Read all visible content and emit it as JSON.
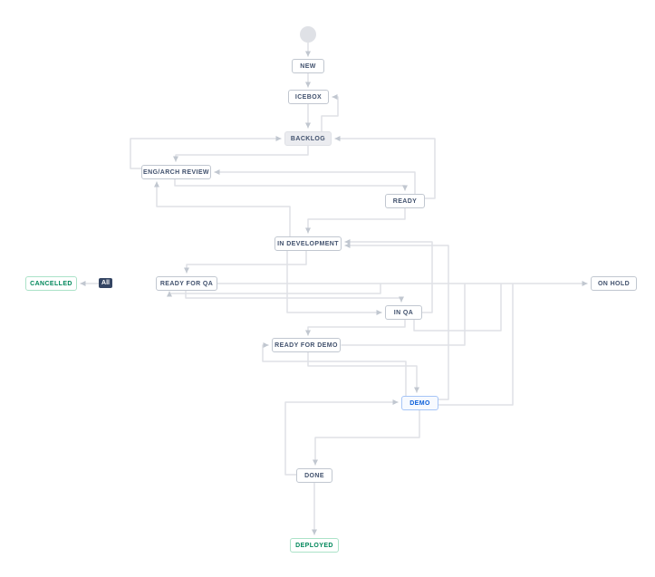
{
  "diagram": {
    "nodes": [
      {
        "id": "new",
        "label": "NEW",
        "type": "default"
      },
      {
        "id": "icebox",
        "label": "ICEBOX",
        "type": "default"
      },
      {
        "id": "backlog",
        "label": "BACKLOG",
        "type": "selected"
      },
      {
        "id": "eng-arch-review",
        "label": "ENG/ARCH REVIEW",
        "type": "default"
      },
      {
        "id": "ready",
        "label": "READY",
        "type": "default"
      },
      {
        "id": "in-development",
        "label": "IN DEVELOPMENT",
        "type": "default"
      },
      {
        "id": "cancelled",
        "label": "CANCELLED",
        "type": "success"
      },
      {
        "id": "ready-for-qa",
        "label": "READY FOR QA",
        "type": "default"
      },
      {
        "id": "on-hold",
        "label": "ON HOLD",
        "type": "default"
      },
      {
        "id": "in-qa",
        "label": "IN QA",
        "type": "default"
      },
      {
        "id": "ready-for-demo",
        "label": "READY FOR DEMO",
        "type": "default"
      },
      {
        "id": "demo",
        "label": "DEMO",
        "type": "info"
      },
      {
        "id": "done",
        "label": "DONE",
        "type": "default"
      },
      {
        "id": "deployed",
        "label": "DEPLOYED",
        "type": "success"
      }
    ],
    "badges": {
      "all_transition": "All"
    },
    "edges": [
      {
        "from": "start",
        "to": "new"
      },
      {
        "from": "new",
        "to": "icebox"
      },
      {
        "from": "icebox",
        "to": "backlog"
      },
      {
        "from": "backlog",
        "to": "icebox"
      },
      {
        "from": "backlog",
        "to": "eng-arch-review"
      },
      {
        "from": "eng-arch-review",
        "to": "backlog"
      },
      {
        "from": "eng-arch-review",
        "to": "ready"
      },
      {
        "from": "ready",
        "to": "eng-arch-review"
      },
      {
        "from": "ready",
        "to": "backlog"
      },
      {
        "from": "ready",
        "to": "in-development"
      },
      {
        "from": "in-development",
        "to": "eng-arch-review"
      },
      {
        "from": "in-development",
        "to": "ready-for-qa"
      },
      {
        "from": "all",
        "to": "cancelled"
      },
      {
        "from": "ready-for-qa",
        "to": "on-hold"
      },
      {
        "from": "ready-for-qa",
        "to": "in-qa"
      },
      {
        "from": "in-qa",
        "to": "ready-for-qa"
      },
      {
        "from": "in-development",
        "to": "in-qa"
      },
      {
        "from": "in-qa",
        "to": "ready-for-demo"
      },
      {
        "from": "in-qa",
        "to": "on-hold"
      },
      {
        "from": "in-qa",
        "to": "in-development"
      },
      {
        "from": "ready-for-demo",
        "to": "demo"
      },
      {
        "from": "demo",
        "to": "ready-for-demo"
      },
      {
        "from": "ready-for-demo",
        "to": "on-hold"
      },
      {
        "from": "demo",
        "to": "in-development"
      },
      {
        "from": "demo",
        "to": "on-hold"
      },
      {
        "from": "demo",
        "to": "done"
      },
      {
        "from": "done",
        "to": "demo"
      },
      {
        "from": "done",
        "to": "deployed"
      }
    ],
    "colors": {
      "status_text": "#42526e",
      "status_border": "#c1c7d0",
      "selected_bg": "#ebecf0",
      "success_text": "#00875a",
      "success_border": "#abe2c8",
      "info_text": "#0b5fd9",
      "info_border": "#a6c5f7",
      "line": "#dfe1e6",
      "arrowhead": "#c1c7d0",
      "badge_bg": "#344563",
      "badge_text": "#ffffff",
      "start_circle": "#dfe1e6",
      "background": "#ffffff"
    }
  }
}
